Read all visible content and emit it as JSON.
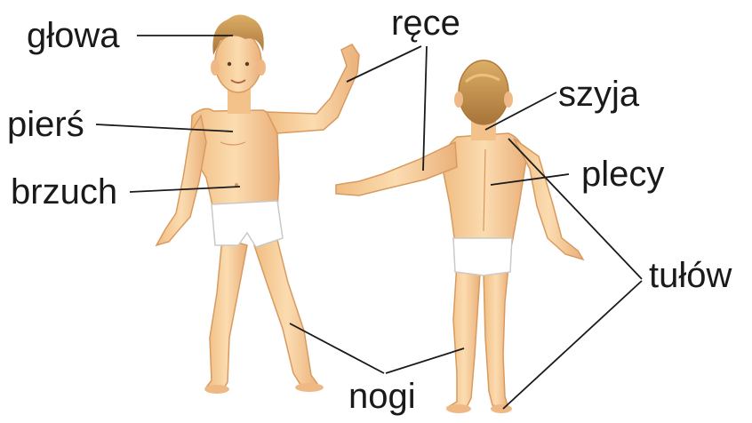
{
  "labels": {
    "head": "głowa",
    "chest": "pierś",
    "belly": "brzuch",
    "arms": "ręce",
    "neck": "szyja",
    "back": "plecy",
    "torso": "tułów",
    "legs": "nogi"
  },
  "colors": {
    "skin": "#f6cf9d",
    "skin_shade": "#e8ad72",
    "hair": "#c9964f",
    "hair_dark": "#a8743a",
    "underwear": "#ffffff",
    "line": "#1a1a1a"
  }
}
